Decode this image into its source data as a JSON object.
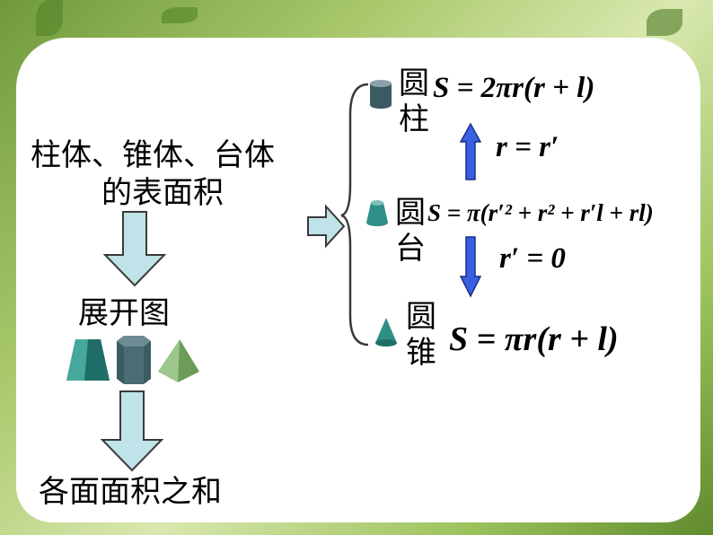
{
  "left": {
    "topic_line1": "柱体、锥体、台体",
    "topic_line2": "的表面积",
    "step1": "展开图",
    "result": "各面面积之和"
  },
  "right": {
    "cylinder": {
      "char1": "圆",
      "char2": "柱",
      "formula": "S = 2πr(r + l)"
    },
    "relation_top": "r = r′",
    "frustum": {
      "char1": "圆",
      "char2": "台",
      "formula": "S = π(r′² + r² + r′l + rl)"
    },
    "relation_bottom": "r′ = 0",
    "cone": {
      "char1": "圆",
      "char2": "锥",
      "formula": "S = πr(r + l)"
    }
  },
  "colors": {
    "light_arrow_fill": "#bfe3e8",
    "blue_arrow": "#3a5fe0",
    "solid_teal": "#2f8f86",
    "solid_dark": "#3c5a62",
    "solid_green": "#7fae6a"
  },
  "icons": [
    "cylinder-icon",
    "frustum-icon",
    "cone-icon",
    "prism-frustum-icon",
    "hex-prism-icon",
    "pyramid-icon"
  ]
}
